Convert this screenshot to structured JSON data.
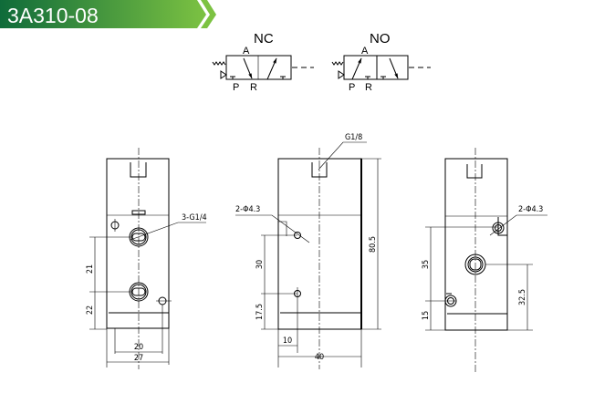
{
  "header": {
    "title": "3A310-08",
    "accent_start": "#0f6b3a",
    "accent_end": "#7cc242"
  },
  "symbols": {
    "nc": {
      "label": "NC",
      "port_a": "A",
      "port_p": "P",
      "port_r": "R"
    },
    "no": {
      "label": "NO",
      "port_a": "A",
      "port_p": "P",
      "port_r": "R"
    }
  },
  "front_view": {
    "port_callout": "3-G1/4",
    "dims": {
      "upper_spacing": "21",
      "lower_spacing": "22",
      "hole_width": "20",
      "body_width": "27"
    }
  },
  "side_view": {
    "port_callout": "G1/8",
    "hole_callout": "2-Φ4.3",
    "dims": {
      "height": "80.5",
      "hole_spacing": "30",
      "hole_bottom": "17.5",
      "hole_offset": "10",
      "depth": "40"
    }
  },
  "rear_view": {
    "hole_callout": "2-Φ4.3",
    "dims": {
      "hole_spacing": "35",
      "hole_bottom": "15",
      "port_height": "32.5"
    }
  }
}
